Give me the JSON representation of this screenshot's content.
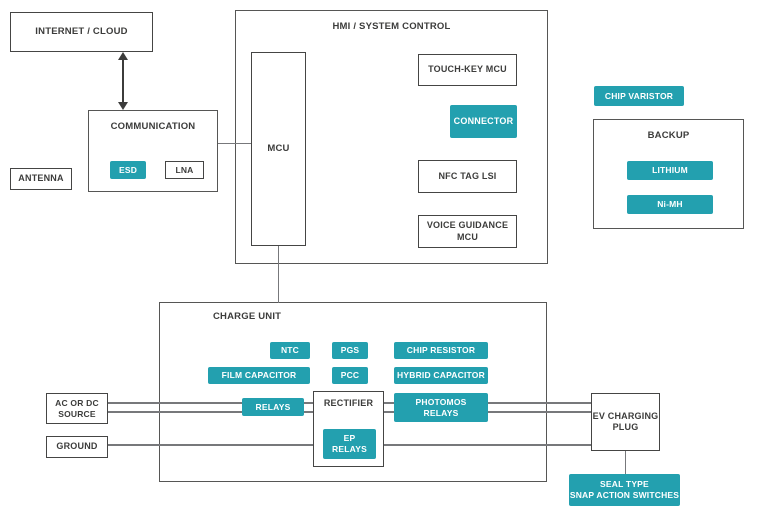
{
  "colors": {
    "teal": "#23a0af",
    "ink": "#3c3c3b",
    "line_gray": "#77787b",
    "background": "#ffffff"
  },
  "labels": {
    "internet_cloud": "INTERNET / CLOUD",
    "communication": "COMMUNICATION",
    "esd": "ESD",
    "lna": "LNA",
    "antenna": "ANTENNA",
    "hmi_system_control": "HMI / SYSTEM CONTROL",
    "mcu": "MCU",
    "touch_key_mcu": "TOUCH-KEY MCU",
    "connector": "CONNECTOR",
    "nfc_tag_lsi": "NFC TAG LSI",
    "voice_guidance_mcu": "VOICE GUIDANCE\nMCU",
    "chip_varistor": "CHIP VARISTOR",
    "backup": "BACKUP",
    "lithium": "LITHIUM",
    "ni_mh": "Ni-MH",
    "charge_unit": "CHARGE UNIT",
    "ntc": "NTC",
    "pgs": "PGS",
    "chip_resistor": "CHIP RESISTOR",
    "film_capacitor": "FILM CAPACITOR",
    "pcc": "PCC",
    "hybrid_capacitor": "HYBRID CAPACITOR",
    "relays": "RELAYS",
    "rectifier": "RECTIFIER",
    "ep_relays": "EP\nRELAYS",
    "photomos_relays": "PHOTOMOS\nRELAYS",
    "ac_or_dc_source": "AC OR DC\nSOURCE",
    "ground": "GROUND",
    "ev_charging_plug": "EV CHARGING\nPLUG",
    "seal_type_snap_action_switches": "SEAL TYPE\nSNAP ACTION SWITCHES"
  }
}
